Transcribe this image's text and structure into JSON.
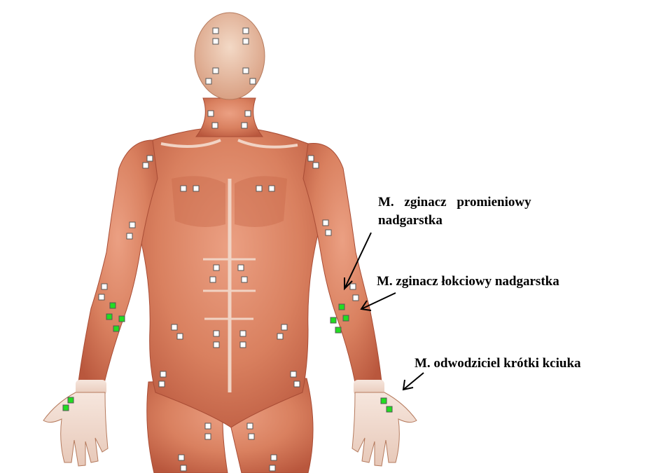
{
  "labels": {
    "flexor_carpi_radialis": {
      "line1": "M. zginacz promieniowy",
      "line2": "nadgarstka"
    },
    "flexor_carpi_ulnaris": "M. zginacz łokciowy nadgarstka",
    "abductor_pollicis_brevis": "M. odwodziciel krótki kciuka"
  },
  "marker_colors": {
    "active": "#22dd22",
    "inactive": "#ffffff",
    "outline": "#555555"
  },
  "figure": {
    "muscle_color": "#d9805f",
    "tendon_color": "#f2ddd2",
    "head_color": "#e9c9b3"
  }
}
